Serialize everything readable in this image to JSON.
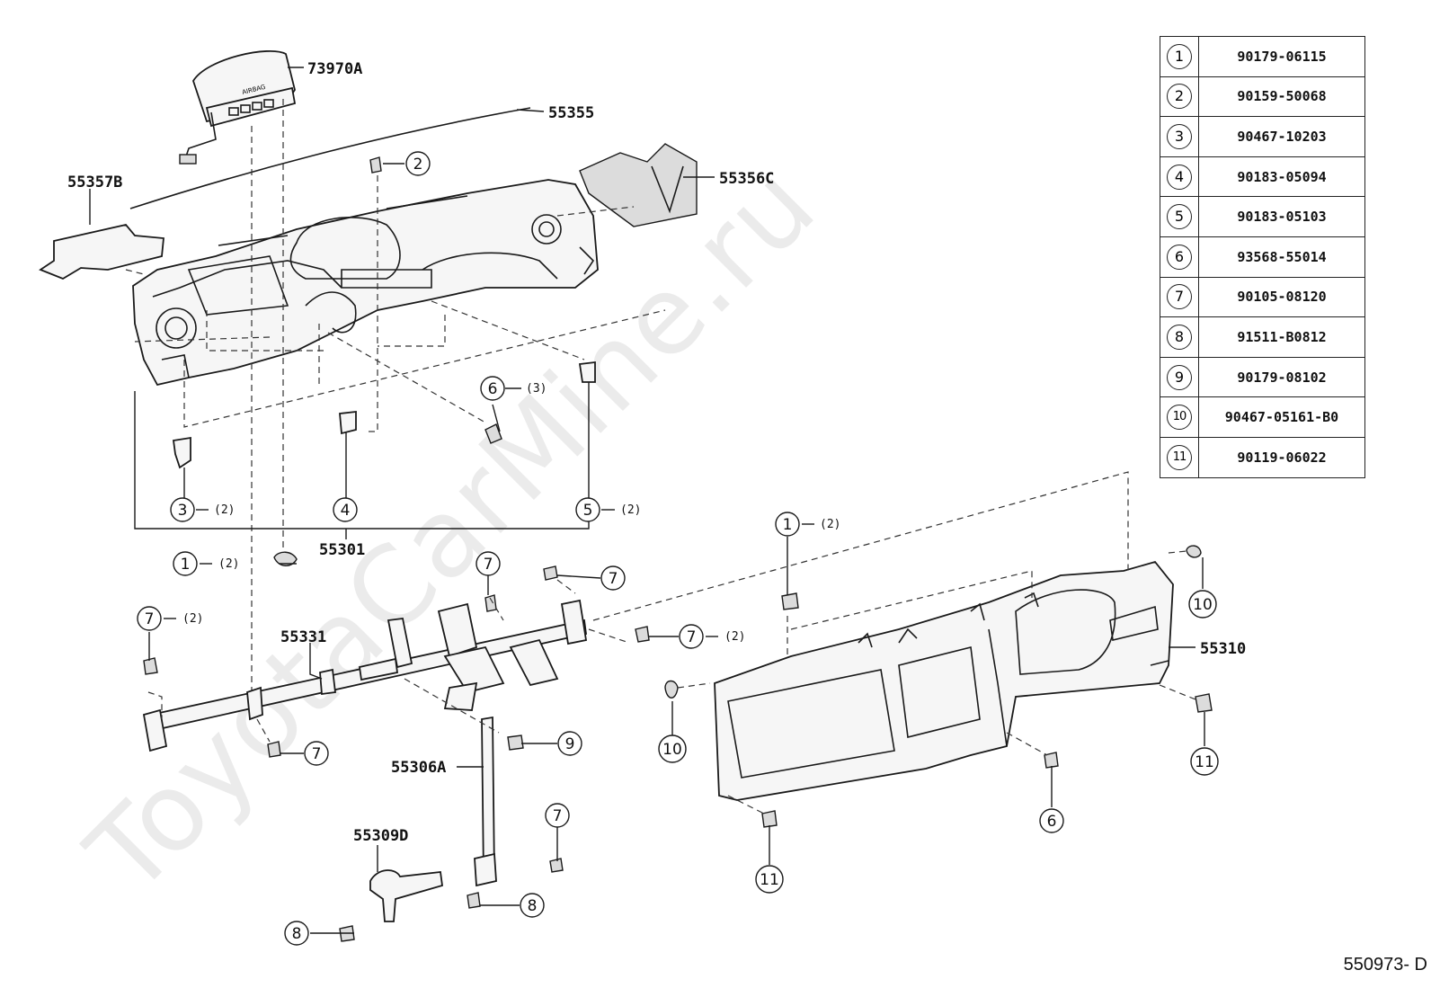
{
  "watermark": "ToyotaCarMine.ru",
  "drawing_code": "550973- D",
  "parts_table": [
    {
      "ref": "1",
      "part_number": "90179-06115"
    },
    {
      "ref": "2",
      "part_number": "90159-50068"
    },
    {
      "ref": "3",
      "part_number": "90467-10203"
    },
    {
      "ref": "4",
      "part_number": "90183-05094"
    },
    {
      "ref": "5",
      "part_number": "90183-05103"
    },
    {
      "ref": "6",
      "part_number": "93568-55014"
    },
    {
      "ref": "7",
      "part_number": "90105-08120"
    },
    {
      "ref": "8",
      "part_number": "91511-B0812"
    },
    {
      "ref": "9",
      "part_number": "90179-08102"
    },
    {
      "ref": "10",
      "part_number": "90467-05161-B0"
    },
    {
      "ref": "11",
      "part_number": "90119-06022"
    }
  ],
  "part_labels": {
    "airbag": "73970A",
    "strip": "55355",
    "pad_left": "55357B",
    "pad_right": "55356C",
    "panel_assy": "55301",
    "reinforcement": "55331",
    "brace": "55306A",
    "bracket": "55309D",
    "frame": "55310"
  },
  "airbag_text": "AIRBAG",
  "callouts": {
    "c2_top": "2",
    "c6_mid": "6",
    "c6_mid_qty": "(3)",
    "c3": "3",
    "c3_qty": "(2)",
    "c4": "4",
    "c5": "5",
    "c5_qty": "(2)",
    "c1_left": "1",
    "c1_left_qty": "(2)",
    "c1_right": "1",
    "c1_right_qty": "(2)",
    "c7_a": "7",
    "c7_b": "7",
    "c7_c": "7",
    "c7_c_qty": "(2)",
    "c7_d": "7",
    "c7_d_qty": "(2)",
    "c7_e": "7",
    "c7_f": "7",
    "c9": "9",
    "c8_a": "8",
    "c8_b": "8",
    "c10_right": "10",
    "c10_left": "10",
    "c11_right": "11",
    "c11_bottom": "11",
    "c6_right": "6"
  }
}
